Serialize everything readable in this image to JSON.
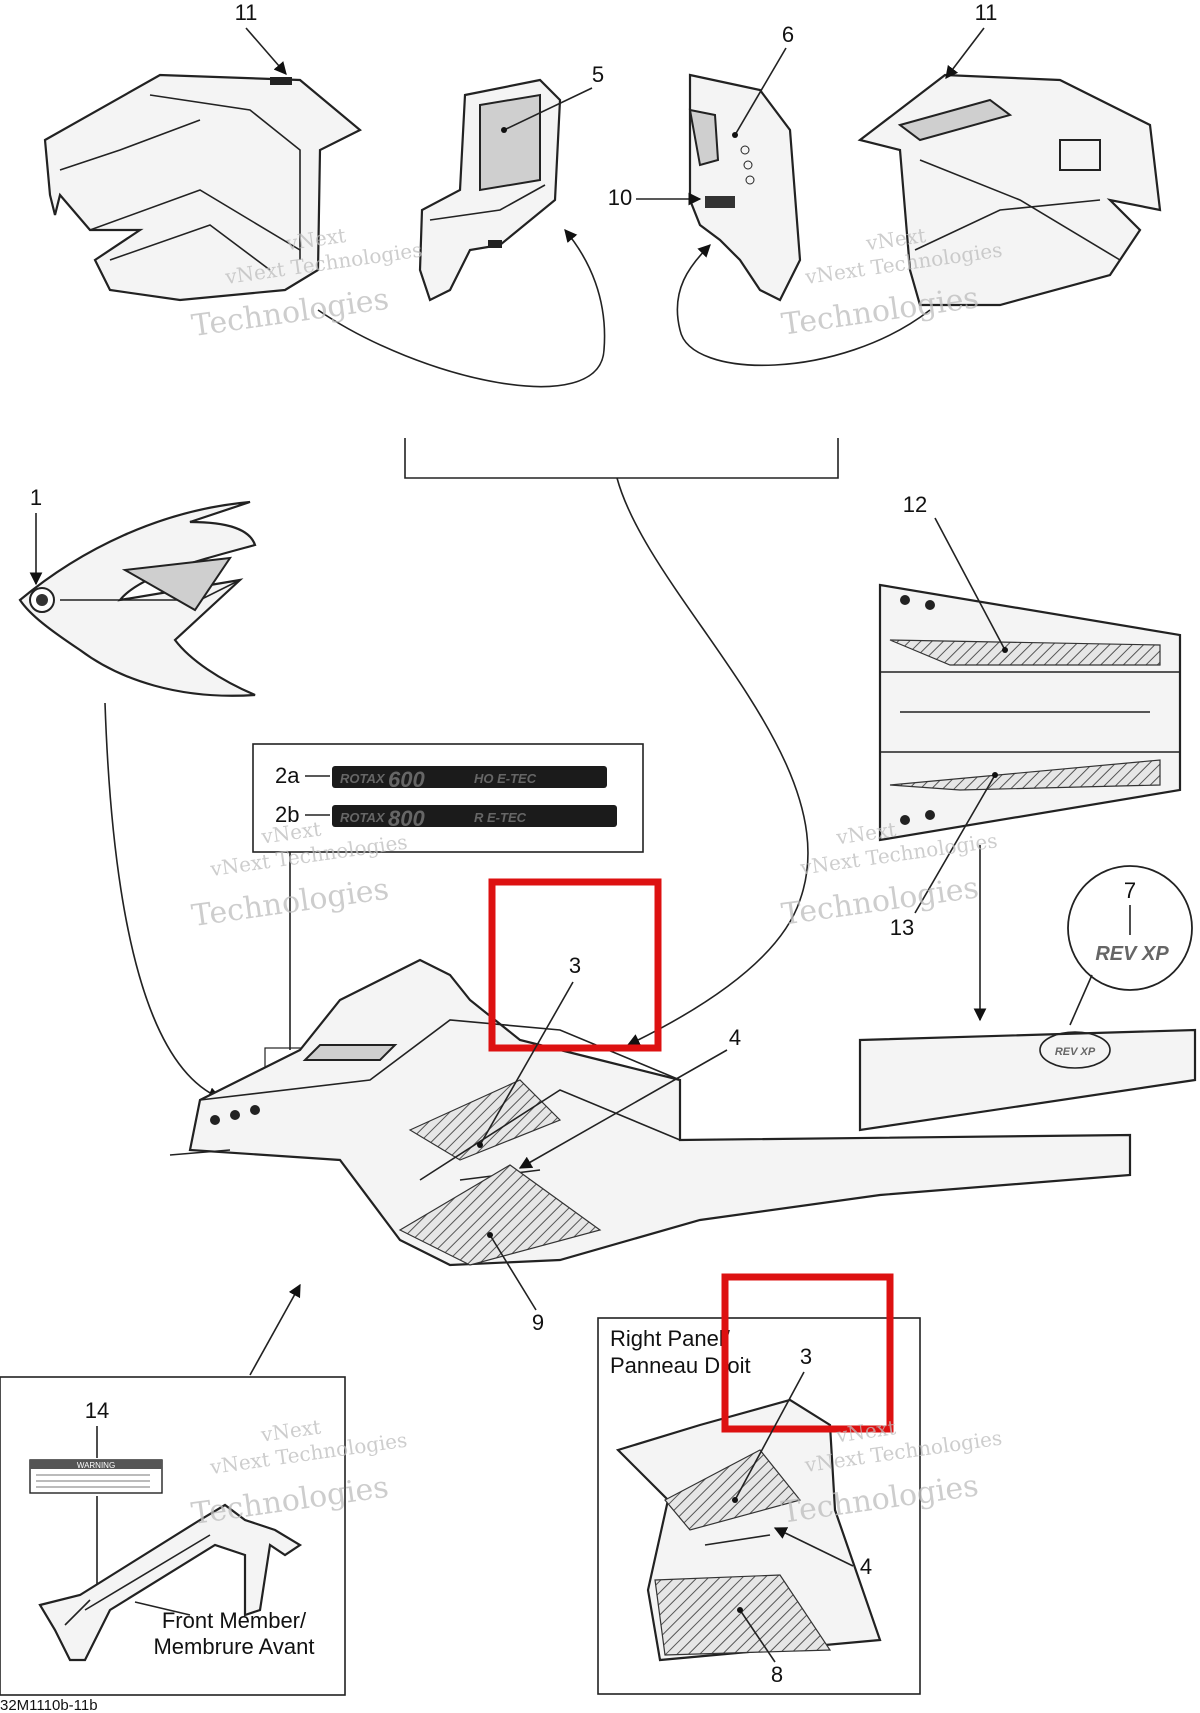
{
  "callouts": {
    "c1": "1",
    "c2a": "2a",
    "c2b": "2b",
    "c3a": "3",
    "c3b": "3",
    "c4a": "4",
    "c4b": "4",
    "c5": "5",
    "c6": "6",
    "c7": "7",
    "c8": "8",
    "c9": "9",
    "c10": "10",
    "c11a": "11",
    "c11b": "11",
    "c12": "12",
    "c13": "13",
    "c14": "14"
  },
  "decals": {
    "rotax_600_brand": "ROTAX",
    "rotax_600_model": "600",
    "rotax_600_suffix": "HO E-TEC",
    "rotax_800_brand": "ROTAX",
    "rotax_800_model": "800",
    "rotax_800_suffix": "R E-TEC",
    "rev_xp": "REV XP",
    "warning_title": "WARNING"
  },
  "labels": {
    "right_panel_line1": "Right Panel/",
    "right_panel_line2": "Panneau Droit",
    "front_member_line1": "Front Member/",
    "front_member_line2": "Membrure Avant"
  },
  "drawing_code": "32M1110b-11b",
  "watermark": {
    "line1": "vNext",
    "line2": "vNext Technologies",
    "line3": "Technologies"
  },
  "colors": {
    "highlight": "#dd1111",
    "line": "#222222",
    "watermark": "#bdbdbd"
  }
}
